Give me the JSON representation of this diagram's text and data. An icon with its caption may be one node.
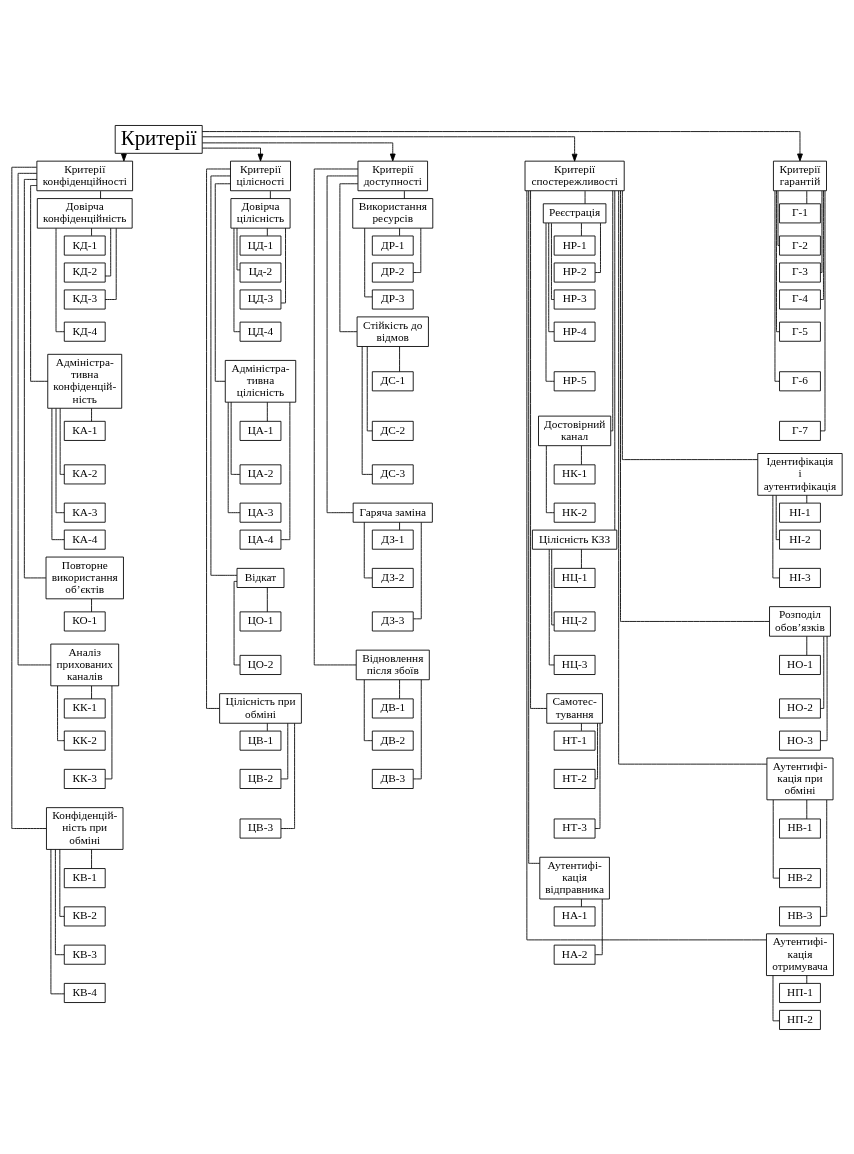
{
  "diagram": {
    "nodes": [
      {
        "text": [
          "Критерії"
        ]
      },
      {
        "text": [
          "Критерії конфіденційності"
        ]
      },
      {
        "text": [
          "Критерії цілісності"
        ]
      },
      {
        "text": [
          "Критерії доступності"
        ]
      },
      {
        "text": [
          "Критерії спостережливості"
        ]
      },
      {
        "text": [
          "Критерії гарантій"
        ]
      },
      {
        "text": [
          "Довірча конфіденційність"
        ]
      },
      {
        "text": [
          "КД-1"
        ]
      },
      {
        "text": [
          "КД-2"
        ]
      },
      {
        "text": [
          "КД-3"
        ]
      },
      {
        "text": [
          "КД-4"
        ]
      },
      {
        "text": [
          "Адміністра- тивна конфіденцій- ність"
        ]
      },
      {
        "text": [
          "КА-1"
        ]
      },
      {
        "text": [
          "КА-2"
        ]
      },
      {
        "text": [
          "КА-3"
        ]
      },
      {
        "text": [
          "КА-4"
        ]
      },
      {
        "text": [
          "Повторне використання об’єктів"
        ]
      },
      {
        "text": [
          "КО-1"
        ]
      },
      {
        "text": [
          "Аналіз прихованих каналів"
        ]
      },
      {
        "text": [
          "КК-1"
        ]
      },
      {
        "text": [
          "КК-2"
        ]
      },
      {
        "text": [
          "КК-3"
        ]
      },
      {
        "text": [
          "Конфіденцій- ність при обміні"
        ]
      },
      {
        "text": [
          "КВ-1"
        ]
      },
      {
        "text": [
          "КВ-2"
        ]
      },
      {
        "text": [
          "КВ-3"
        ]
      },
      {
        "text": [
          "КВ-4"
        ]
      },
      {
        "text": [
          "Довірча цілісність"
        ]
      },
      {
        "text": [
          "ЦД-1"
        ]
      },
      {
        "text": [
          "Цд-2"
        ]
      },
      {
        "text": [
          "ЦД-3"
        ]
      },
      {
        "text": [
          "ЦД-4"
        ]
      },
      {
        "text": [
          "Адміністра- тивна цілісність"
        ]
      },
      {
        "text": [
          "ЦА-1"
        ]
      },
      {
        "text": [
          "ЦА-2"
        ]
      },
      {
        "text": [
          "ЦА-3"
        ]
      },
      {
        "text": [
          "ЦА-4"
        ]
      },
      {
        "text": [
          "Відкат"
        ]
      },
      {
        "text": [
          "ЦО-1"
        ]
      },
      {
        "text": [
          "ЦО-2"
        ]
      },
      {
        "text": [
          "Цілісність при обміні"
        ]
      },
      {
        "text": [
          "ЦВ-1"
        ]
      },
      {
        "text": [
          "ЦВ-2"
        ]
      },
      {
        "text": [
          "ЦВ-3"
        ]
      },
      {
        "text": [
          "Використання ресурсів"
        ]
      },
      {
        "text": [
          "ДР-1"
        ]
      },
      {
        "text": [
          "ДР-2"
        ]
      },
      {
        "text": [
          "ДР-3"
        ]
      },
      {
        "text": [
          "Стійкість до відмов"
        ]
      },
      {
        "text": [
          "ДС-1"
        ]
      },
      {
        "text": [
          "ДС-2"
        ]
      },
      {
        "text": [
          "ДС-3"
        ]
      },
      {
        "text": [
          "Гаряча заміна"
        ]
      },
      {
        "text": [
          "ДЗ-1"
        ]
      },
      {
        "text": [
          "ДЗ-2"
        ]
      },
      {
        "text": [
          "ДЗ-3"
        ]
      },
      {
        "text": [
          "Відновлення після збоїв"
        ]
      },
      {
        "text": [
          "ДВ-1"
        ]
      },
      {
        "text": [
          "ДВ-2"
        ]
      },
      {
        "text": [
          "ДВ-3"
        ]
      },
      {
        "text": [
          "Реєстрація"
        ]
      },
      {
        "text": [
          "НР-1"
        ]
      },
      {
        "text": [
          "НР-2"
        ]
      },
      {
        "text": [
          "НР-3"
        ]
      },
      {
        "text": [
          "НР-4"
        ]
      },
      {
        "text": [
          "НР-5"
        ]
      },
      {
        "text": [
          "Достовірний канал"
        ]
      },
      {
        "text": [
          "НК-1"
        ]
      },
      {
        "text": [
          "НК-2"
        ]
      },
      {
        "text": [
          "Цілісність КЗЗ"
        ]
      },
      {
        "text": [
          "НЦ-1"
        ]
      },
      {
        "text": [
          "НЦ-2"
        ]
      },
      {
        "text": [
          "НЦ-3"
        ]
      },
      {
        "text": [
          "Самотес- тування"
        ]
      },
      {
        "text": [
          "НТ-1"
        ]
      },
      {
        "text": [
          "НТ-2"
        ]
      },
      {
        "text": [
          "НТ-3"
        ]
      },
      {
        "text": [
          "Аутентифі- кація відправника"
        ]
      },
      {
        "text": [
          "НА-1"
        ]
      },
      {
        "text": [
          "НА-2"
        ]
      },
      {
        "text": [
          "Г-1"
        ]
      },
      {
        "text": [
          "Г-2"
        ]
      },
      {
        "text": [
          "Г-3"
        ]
      },
      {
        "text": [
          "Г-4"
        ]
      },
      {
        "text": [
          "Г-5"
        ]
      },
      {
        "text": [
          "Г-6"
        ]
      },
      {
        "text": [
          "Г-7"
        ]
      },
      {
        "text": [
          "Ідентифікація і аутентифікація"
        ]
      },
      {
        "text": [
          "НІ-1"
        ]
      },
      {
        "text": [
          "НІ-2"
        ]
      },
      {
        "text": [
          "НІ-3"
        ]
      },
      {
        "text": [
          "Розподіл обов’язків"
        ]
      },
      {
        "text": [
          "НО-1"
        ]
      },
      {
        "text": [
          "НО-2"
        ]
      },
      {
        "text": [
          "НО-3"
        ]
      },
      {
        "text": [
          "Аутентифі- кація при обміні"
        ]
      },
      {
        "text": [
          "НВ-1"
        ]
      },
      {
        "text": [
          "НВ-2"
        ]
      },
      {
        "text": [
          "НВ-3"
        ]
      },
      {
        "text": [
          "Аутентифі- кація отримувача"
        ]
      },
      {
        "text": [
          "НП-1"
        ]
      },
      {
        "text": [
          "НП-2"
        ]
      }
    ],
    "edges": [
      {
        "from": 0,
        "to": 1,
        "arrow": "to"
      },
      {
        "from": 0,
        "to": 2,
        "arrow": "to"
      },
      {
        "from": 0,
        "to": 3,
        "arrow": "to"
      },
      {
        "from": 0,
        "to": 4,
        "arrow": "to"
      },
      {
        "from": 0,
        "to": 5,
        "arrow": "to"
      },
      {
        "from": 1,
        "to": 6,
        "arrow": "none"
      },
      {
        "from": 6,
        "to": 7,
        "arrow": "none"
      },
      {
        "from": 6,
        "to": 8,
        "arrow": "none"
      },
      {
        "from": 6,
        "to": 9,
        "arrow": "none"
      },
      {
        "from": 6,
        "to": 10,
        "arrow": "none"
      },
      {
        "from": 1,
        "to": 11,
        "arrow": "none"
      },
      {
        "from": 11,
        "to": 12,
        "arrow": "none"
      },
      {
        "from": 11,
        "to": 13,
        "arrow": "none"
      },
      {
        "from": 11,
        "to": 14,
        "arrow": "none"
      },
      {
        "from": 11,
        "to": 15,
        "arrow": "none"
      },
      {
        "from": 1,
        "to": 16,
        "arrow": "none"
      },
      {
        "from": 16,
        "to": 17,
        "arrow": "none"
      },
      {
        "from": 1,
        "to": 18,
        "arrow": "none"
      },
      {
        "from": 18,
        "to": 19,
        "arrow": "none"
      },
      {
        "from": 18,
        "to": 20,
        "arrow": "none"
      },
      {
        "from": 18,
        "to": 21,
        "arrow": "none"
      },
      {
        "from": 1,
        "to": 22,
        "arrow": "none"
      },
      {
        "from": 22,
        "to": 23,
        "arrow": "none"
      },
      {
        "from": 22,
        "to": 24,
        "arrow": "none"
      },
      {
        "from": 22,
        "to": 25,
        "arrow": "none"
      },
      {
        "from": 22,
        "to": 26,
        "arrow": "none"
      },
      {
        "from": 2,
        "to": 27,
        "arrow": "none"
      },
      {
        "from": 27,
        "to": 28,
        "arrow": "none"
      },
      {
        "from": 27,
        "to": 29,
        "arrow": "none"
      },
      {
        "from": 27,
        "to": 30,
        "arrow": "none"
      },
      {
        "from": 27,
        "to": 31,
        "arrow": "none"
      },
      {
        "from": 2,
        "to": 32,
        "arrow": "none"
      },
      {
        "from": 32,
        "to": 33,
        "arrow": "none"
      },
      {
        "from": 32,
        "to": 34,
        "arrow": "none"
      },
      {
        "from": 32,
        "to": 35,
        "arrow": "none"
      },
      {
        "from": 32,
        "to": 36,
        "arrow": "none"
      },
      {
        "from": 2,
        "to": 37,
        "arrow": "none"
      },
      {
        "from": 37,
        "to": 38,
        "arrow": "none"
      },
      {
        "from": 37,
        "to": 39,
        "arrow": "none"
      },
      {
        "from": 2,
        "to": 40,
        "arrow": "none"
      },
      {
        "from": 40,
        "to": 41,
        "arrow": "none"
      },
      {
        "from": 40,
        "to": 42,
        "arrow": "none"
      },
      {
        "from": 40,
        "to": 43,
        "arrow": "none"
      },
      {
        "from": 3,
        "to": 44,
        "arrow": "none"
      },
      {
        "from": 44,
        "to": 45,
        "arrow": "none"
      },
      {
        "from": 44,
        "to": 46,
        "arrow": "none"
      },
      {
        "from": 44,
        "to": 47,
        "arrow": "none"
      },
      {
        "from": 3,
        "to": 48,
        "arrow": "none"
      },
      {
        "from": 48,
        "to": 49,
        "arrow": "none"
      },
      {
        "from": 48,
        "to": 50,
        "arrow": "none"
      },
      {
        "from": 48,
        "to": 51,
        "arrow": "none"
      },
      {
        "from": 3,
        "to": 52,
        "arrow": "none"
      },
      {
        "from": 52,
        "to": 53,
        "arrow": "none"
      },
      {
        "from": 52,
        "to": 54,
        "arrow": "none"
      },
      {
        "from": 52,
        "to": 55,
        "arrow": "none"
      },
      {
        "from": 3,
        "to": 56,
        "arrow": "none"
      },
      {
        "from": 56,
        "to": 57,
        "arrow": "none"
      },
      {
        "from": 56,
        "to": 58,
        "arrow": "none"
      },
      {
        "from": 56,
        "to": 59,
        "arrow": "none"
      },
      {
        "from": 4,
        "to": 60,
        "arrow": "none"
      },
      {
        "from": 60,
        "to": 61,
        "arrow": "none"
      },
      {
        "from": 60,
        "to": 62,
        "arrow": "none"
      },
      {
        "from": 60,
        "to": 63,
        "arrow": "none"
      },
      {
        "from": 60,
        "to": 64,
        "arrow": "none"
      },
      {
        "from": 60,
        "to": 65,
        "arrow": "none"
      },
      {
        "from": 4,
        "to": 66,
        "arrow": "none"
      },
      {
        "from": 66,
        "to": 67,
        "arrow": "none"
      },
      {
        "from": 66,
        "to": 68,
        "arrow": "none"
      },
      {
        "from": 4,
        "to": 69,
        "arrow": "none"
      },
      {
        "from": 69,
        "to": 70,
        "arrow": "none"
      },
      {
        "from": 69,
        "to": 71,
        "arrow": "none"
      },
      {
        "from": 69,
        "to": 72,
        "arrow": "none"
      },
      {
        "from": 4,
        "to": 73,
        "arrow": "none"
      },
      {
        "from": 73,
        "to": 74,
        "arrow": "none"
      },
      {
        "from": 73,
        "to": 75,
        "arrow": "none"
      },
      {
        "from": 73,
        "to": 76,
        "arrow": "none"
      },
      {
        "from": 4,
        "to": 77,
        "arrow": "none"
      },
      {
        "from": 77,
        "to": 78,
        "arrow": "none"
      },
      {
        "from": 77,
        "to": 79,
        "arrow": "none"
      },
      {
        "from": 5,
        "to": 80,
        "arrow": "none"
      },
      {
        "from": 5,
        "to": 81,
        "arrow": "none"
      },
      {
        "from": 5,
        "to": 82,
        "arrow": "none"
      },
      {
        "from": 5,
        "to": 83,
        "arrow": "none"
      },
      {
        "from": 5,
        "to": 84,
        "arrow": "none"
      },
      {
        "from": 5,
        "to": 85,
        "arrow": "none"
      },
      {
        "from": 5,
        "to": 86,
        "arrow": "none"
      },
      {
        "from": 4,
        "to": 87,
        "arrow": "none"
      },
      {
        "from": 87,
        "to": 88,
        "arrow": "none"
      },
      {
        "from": 87,
        "to": 89,
        "arrow": "none"
      },
      {
        "from": 87,
        "to": 90,
        "arrow": "none"
      },
      {
        "from": 4,
        "to": 91,
        "arrow": "none"
      },
      {
        "from": 91,
        "to": 92,
        "arrow": "none"
      },
      {
        "from": 91,
        "to": 93,
        "arrow": "none"
      },
      {
        "from": 91,
        "to": 94,
        "arrow": "none"
      },
      {
        "from": 4,
        "to": 95,
        "arrow": "none"
      },
      {
        "from": 95,
        "to": 96,
        "arrow": "none"
      },
      {
        "from": 95,
        "to": 97,
        "arrow": "none"
      },
      {
        "from": 95,
        "to": 98,
        "arrow": "none"
      },
      {
        "from": 4,
        "to": 99,
        "arrow": "none"
      },
      {
        "from": 99,
        "to": 100,
        "arrow": "none"
      },
      {
        "from": 99,
        "to": 101,
        "arrow": "none"
      }
    ]
  }
}
